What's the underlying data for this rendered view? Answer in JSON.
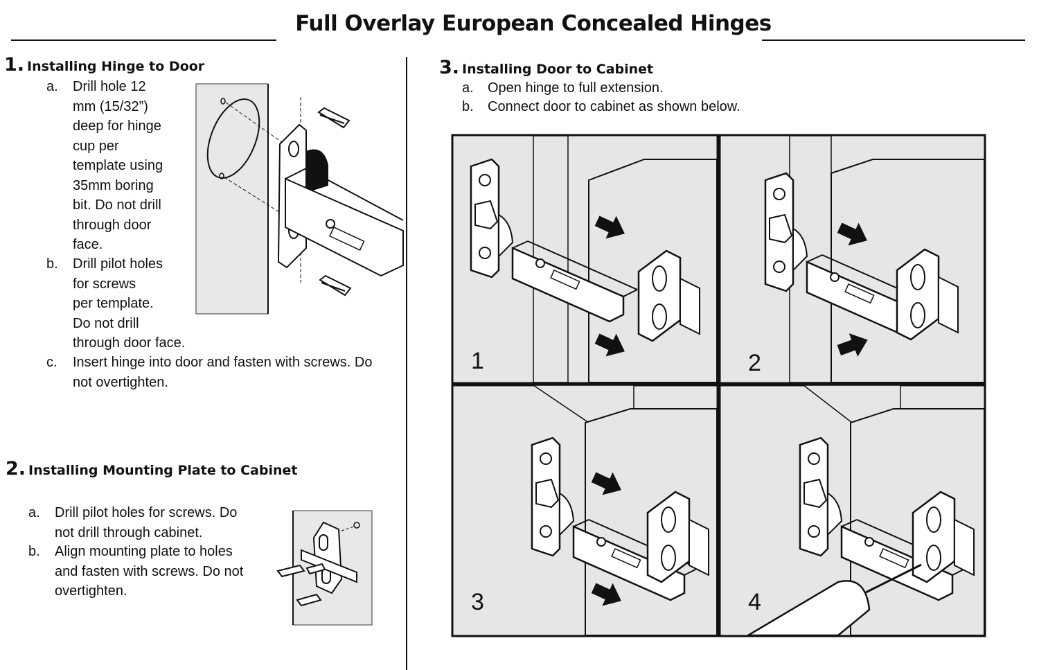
{
  "title": "Full Overlay European Concealed Hinges",
  "sections": [
    {
      "number": "1.",
      "title": "Installing Hinge to Door",
      "items": [
        {
          "label": "a.",
          "lines": [
            "Drill hole 12",
            "mm (15/32”)",
            "deep for hinge",
            "cup per",
            "template using",
            "35mm boring",
            "bit. Do not drill",
            "through door",
            "face."
          ]
        },
        {
          "label": "b.",
          "lines": [
            "Drill pilot holes",
            "for screws",
            "per template.",
            "Do not drill",
            "through door face."
          ]
        },
        {
          "label": "c.",
          "lines": [
            "Insert hinge into door and fasten with screws. Do",
            "not overtighten."
          ]
        }
      ]
    },
    {
      "number": "2.",
      "title": "Installing Mounting Plate to Cabinet",
      "items": [
        {
          "label": "a.",
          "lines": [
            "Drill pilot holes for screws. Do",
            "not drill through cabinet."
          ]
        },
        {
          "label": "b.",
          "lines": [
            "Align mounting plate to holes",
            "and fasten with screws. Do not",
            "overtighten."
          ]
        }
      ]
    },
    {
      "number": "3.",
      "title": "Installing Door to Cabinet",
      "items": [
        {
          "label": "a.",
          "lines": [
            "Open hinge to full extension."
          ]
        },
        {
          "label": "b.",
          "lines": [
            "Connect door to cabinet as shown below."
          ]
        }
      ]
    }
  ],
  "steps": [
    "1",
    "2",
    "3",
    "4"
  ]
}
